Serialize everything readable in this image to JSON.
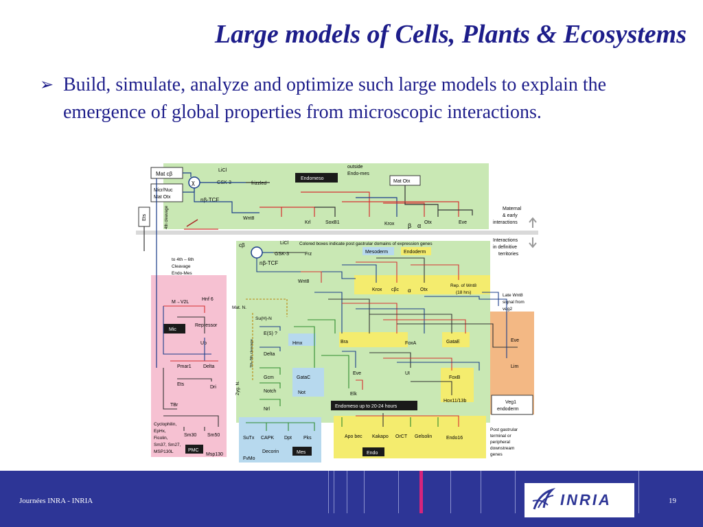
{
  "slide": {
    "title": "Large models of Cells, Plants & Ecosystems",
    "bullet": "Build, simulate, analyze and optimize such large models to explain the emergence of global properties from microscopic interactions."
  },
  "footer": {
    "left_text": "Journées INRA - INRIA",
    "page_number": "19",
    "logo_text": "INRIA"
  },
  "colors": {
    "title": "#1d1d8a",
    "footer_bg": "#2d3596",
    "accent_pink": "#d6247c",
    "green_region": "#c9e8b4",
    "pink_region": "#f6c1d2",
    "orange_region": "#f3b884",
    "yellow_region": "#f4ec6e",
    "blue_region": "#b7d9ee"
  },
  "diagram": {
    "top_labels": {
      "mat_cb": "Mat cβ",
      "licl": "LiCl",
      "gsk3": "GSK-3",
      "frizzled": "frizzled",
      "endomeso": "Endomeso",
      "outside": "outside",
      "endo_mes": "Endo-mes",
      "mat_otx": "Mat Otx",
      "micr_nuc": "Micr/Nuc",
      "mat_otx2": "Mat Otx",
      "ntcf": "nβ-TCF",
      "chi": "χ",
      "ets": "Ets",
      "cleavage": "4th cleavage",
      "wnt8": "Wnt8",
      "krl": "Krl",
      "soxb1": "SoxB1",
      "krox": "Krox",
      "beta": "β",
      "alpha": "α",
      "otx": "Otx",
      "eve": "Eve",
      "maternal": "Maternal",
      "early": "& early",
      "interactions": "interactions"
    },
    "bottom_labels": {
      "cb": "cβ",
      "licl": "LiCl",
      "gsk3": "GSK-3",
      "frz": "Frz",
      "ntcf": "nβ-TCF",
      "colored_boxes": "Colored boxes indicate post gastrular domains of expression genes",
      "mesoderm": "Mesoderm",
      "endoderm": "Endoderm",
      "interactions_in": "Interactions",
      "in_definitive": "in definitive",
      "territories": "territories",
      "to_4th": "to 4th – 6th",
      "cleavage": "Cleavage",
      "endo_mes": "Endo-Mes",
      "wnt8": "Wnt8",
      "krox": "Krox",
      "otx": "Otx",
      "cbc": "cβc",
      "alpha": "α",
      "rep_wnt8": "Rep. of Wnt8",
      "rep_wnt8_hrs": "(18 hrs)",
      "late_wnt8": "Late Wnt8",
      "signal_from": "signal from",
      "veg2": "veg2",
      "m_v2l": "M→V2L",
      "hnf6": "Hnf 6",
      "repressor": "Repressor",
      "mic": "Mic",
      "ub": "Ub",
      "pmar1": "Pmar1",
      "delta": "Delta",
      "mat_n": "Mat. N.",
      "su_h_n": "Su(H)-N",
      "es": "E(S) ?",
      "hmx": "Hmx",
      "delta2": "Delta",
      "gcm": "Gcm",
      "notch": "Notch",
      "gatac": "GataC",
      "not": "Not",
      "zyg_n": "Zyg. N.",
      "vegcleavage": "7th–9th cleavage",
      "bra": "Bra",
      "foxa": "FoxA",
      "gatae": "GataE",
      "eve": "Eve",
      "eve2": "Eve",
      "ui": "UI",
      "foxb": "FoxB",
      "lim": "Lim",
      "elk": "Elk",
      "hox": "Hox11/13b",
      "ets": "Ets",
      "dri": "Dri",
      "tbr": "TBr",
      "nrl": "Nrl",
      "endomeso_hours": "Endomeso up to 20-24 hours",
      "veg1": "Veg1",
      "endoderm2": "endoderm",
      "cyclophilin": "Cyclophilin,",
      "epi": "EpHx,",
      "ficolin": "Ficolin,",
      "sm37": "Sm37, Sm27,",
      "msp": "MSP130L",
      "sm30": "Sm30",
      "sm50": "Sm50",
      "pmc": "PMC",
      "msp130": "Msp130",
      "sutx": "SuTx",
      "capk": "CAPK",
      "dpt": "Dpt",
      "pks": "Pks",
      "decorin": "Decorin",
      "mes": "Mes",
      "fvmo": "FvMo",
      "apobec": "Apo bec",
      "kakapo": "Kakapo",
      "orct": "OrCT",
      "gelsolin": "Gelsolin",
      "endo16": "Endo16",
      "endo": "Endo",
      "post": "Post gastrular",
      "terminal": "terminal or",
      "peripheral": "peripheral",
      "downstream": "downstream",
      "genes": "genes"
    }
  }
}
